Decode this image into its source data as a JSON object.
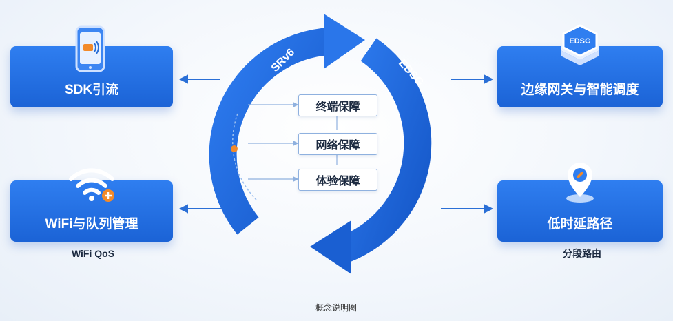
{
  "cards": {
    "sdk": "SDK引流",
    "wifi": "WiFi与队列管理",
    "edge": "边缘网关与智能调度",
    "latency": "低时延路径"
  },
  "subtitles": {
    "wifi": "WiFi QoS",
    "route": "分段路由"
  },
  "ring": {
    "left_label": "SRv6",
    "right_label": "EDSG"
  },
  "center_boxes": [
    "终端保障",
    "网络保障",
    "体验保障"
  ],
  "badge": "EDSG",
  "caption": "概念说明图",
  "colors": {
    "primary": "#1f6ee0",
    "accent_orange": "#f28a2a",
    "background": "#f3f7fc"
  }
}
